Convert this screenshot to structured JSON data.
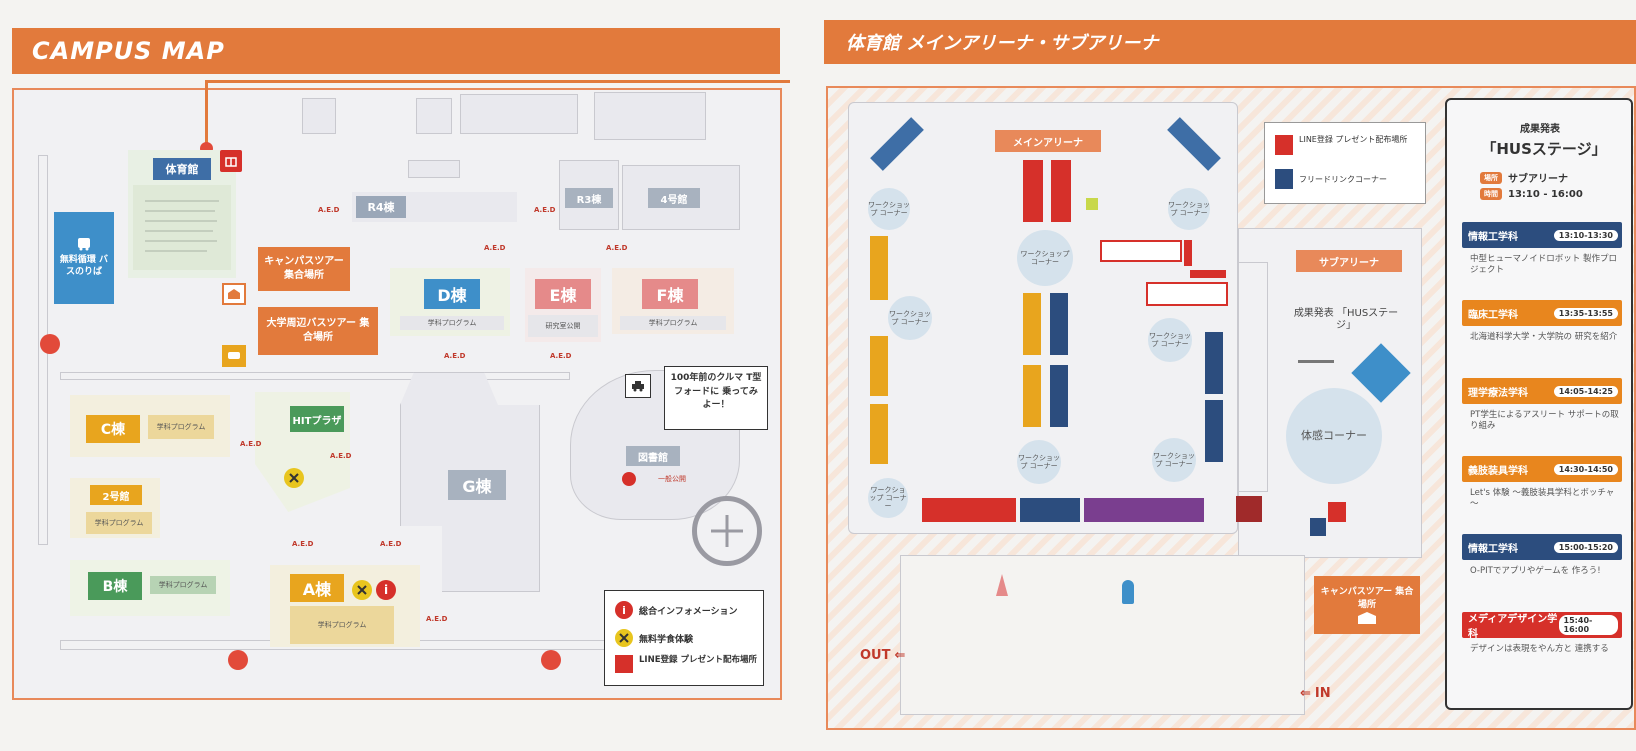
{
  "campus": {
    "title": "CAMPUS MAP",
    "buildings": {
      "gym": "体育館",
      "r4": "R4棟",
      "r3": "R3棟",
      "b4": "4号館",
      "d": "D棟",
      "e": "E棟",
      "f": "F棟",
      "c": "C棟",
      "hit": "HITプラザ",
      "g": "G棟",
      "b": "B棟",
      "a": "A棟",
      "library": "図書館"
    },
    "left_bus": "無料循環 バスのりば",
    "campus_tour": "キャンパスツアー 集合場所",
    "bus_tour": "大学周辺バスツアー 集合場所",
    "car_note": "100年前のクルマ T型フォードに 乗ってみよー！",
    "aed": "A.E.D",
    "legend": {
      "info": "総合インフォメーション",
      "cafeteria": "無料学食体験",
      "line": "LINE登録 プレゼント配布場所"
    }
  },
  "gym": {
    "title": "体育館 メインアリーナ・サブアリーナ",
    "main_arena": "メインアリーナ",
    "sub_arena": "サブアリーナ",
    "workshop": "ワークショップ コーナー",
    "hus_stage_inner": "成果発表 「HUSステージ」",
    "experience": "体感コーナー",
    "legend_line": "LINE登録 プレゼント配布場所",
    "legend_free": "フリードリンクコーナー",
    "campus_tour": "キャンパスツアー 集合場所",
    "out": "OUT",
    "in": "IN"
  },
  "stage": {
    "subtitle": "成果発表",
    "title": "「HUSステージ」",
    "place_tag": "場所",
    "place": "サブアリーナ",
    "time_tag": "時間",
    "time": "13:10 - 16:00",
    "items": [
      {
        "dept": "情報工学科",
        "time": "13:10-13:30",
        "desc": "中型ヒューマノイドロボット 製作プロジェクト",
        "color": "#2c4d7e"
      },
      {
        "dept": "臨床工学科",
        "time": "13:35-13:55",
        "desc": "北海道科学大学・大学院の 研究を紹介",
        "color": "#e8861e"
      },
      {
        "dept": "理学療法学科",
        "time": "14:05-14:25",
        "desc": "PT学生によるアスリート サポートの取り組み",
        "color": "#e8861e"
      },
      {
        "dept": "義肢装具学科",
        "time": "14:30-14:50",
        "desc": "Let's 体験 ～義肢装具学科とボッチャ～",
        "color": "#e8861e"
      },
      {
        "dept": "情報工学科",
        "time": "15:00-15:20",
        "desc": "O-PITでアプリやゲームを 作ろう!",
        "color": "#2c4d7e"
      },
      {
        "dept": "メディアデザイン学科",
        "time": "15:40-16:00",
        "desc": "デザインは表現をやん方と 連携する",
        "color": "#d6302a"
      }
    ]
  },
  "colors": {
    "accent": "#e27a3c",
    "navy": "#2c4d7e",
    "red": "#d6302a",
    "yellow": "#e8a51e",
    "green": "#4a9a5a",
    "blue": "#3e8fc9",
    "pink": "#e58a8a"
  }
}
